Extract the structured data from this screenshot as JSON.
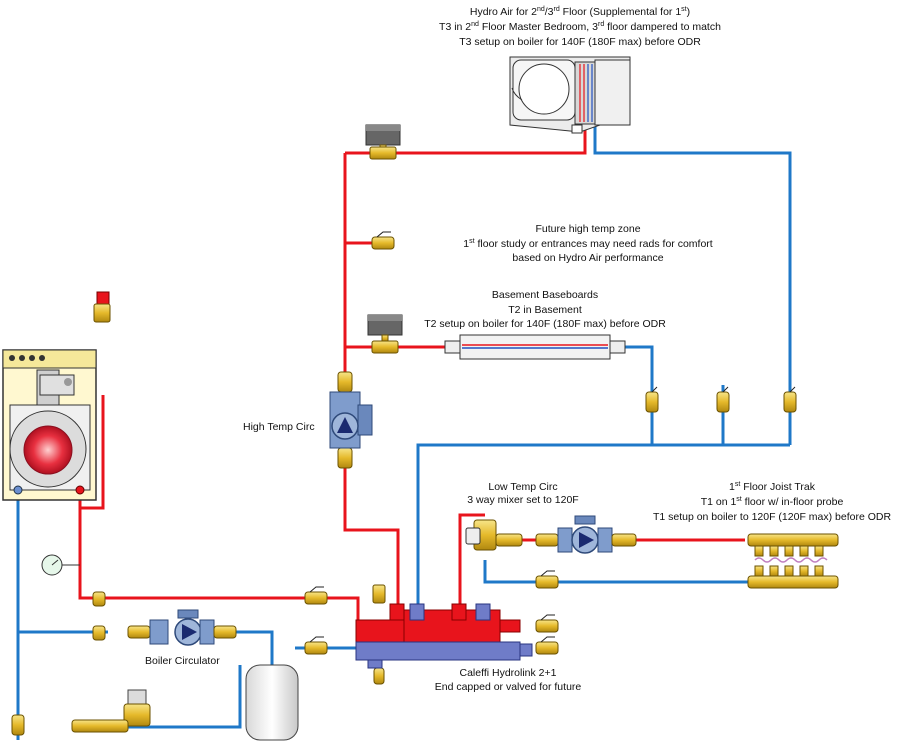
{
  "labels": {
    "hydro_air": {
      "line1_pre": "Hydro Air for 2",
      "line1_sup1": "nd",
      "line1_mid": "/3",
      "line1_sup2": "rd",
      "line1_post": " Floor (Supplemental for 1",
      "line1_sup3": "st",
      "line1_end": ")",
      "line2_pre": "T3 in 2",
      "line2_sup1": "nd",
      "line2_mid": " Floor Master Bedroom, 3",
      "line2_sup2": "rd",
      "line2_post": " floor dampered to match",
      "line3": "T3 setup on boiler for 140F (180F max) before ODR"
    },
    "future_zone": {
      "line1": "Future high temp zone",
      "line2_sup": "st",
      "line2_pre": "1",
      "line2_post": " floor study or entrances may need rads for comfort",
      "line3": "based on Hydro Air performance"
    },
    "basement": {
      "line1": "Basement Baseboards",
      "line2": "T2 in Basement",
      "line3": "T2 setup on boiler for 140F (180F max) before ODR"
    },
    "high_temp_circ": "High Temp Circ",
    "low_temp_circ": {
      "line1": "Low Temp Circ",
      "line2": "3 way mixer set to 120F"
    },
    "joist_trak": {
      "line1_pre": "1",
      "line1_sup": "st",
      "line1_post": " Floor Joist Trak",
      "line2_pre": "T1 on 1",
      "line2_sup": "st",
      "line2_post": " floor w/ in-floor probe",
      "line3": "T1 setup on boiler to 120F (120F max) before ODR"
    },
    "boiler_circulator": "Boiler Circulator",
    "hydrolink": {
      "line1": "Caleffi Hydrolink 2+1",
      "line2": "End capped or valved for future"
    }
  },
  "colors": {
    "supply": "#e8141c",
    "return": "#1f78c8",
    "valve_brass": "#e8c232",
    "pump_blue": "#5b7fb8",
    "boiler_body": "#fff8d0"
  }
}
